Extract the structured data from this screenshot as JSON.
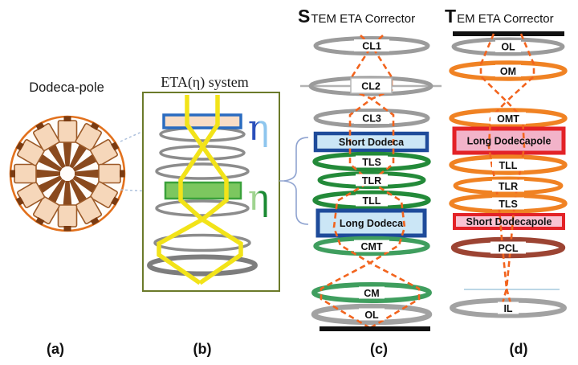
{
  "captions": {
    "a": "(a)",
    "b": "(b)",
    "c": "(c)",
    "d": "(d)"
  },
  "dodecapole": {
    "title": "Dodeca-pole",
    "pole_count": 12
  },
  "eta_system": {
    "title": "ETA(η) system",
    "eta_top": "η",
    "eta_bottom": "η"
  },
  "stem": {
    "title_initial": "S",
    "title_rest": "TEM ETA Corrector",
    "stack": [
      {
        "label": "CL1",
        "type": "lens",
        "color": "gray"
      },
      {
        "label": "CL2",
        "type": "lens",
        "color": "gray"
      },
      {
        "label": "CL3",
        "type": "lens",
        "color": "gray"
      },
      {
        "label": "Short Dodeca",
        "type": "dodecapole",
        "color": "blue"
      },
      {
        "label": "TLS",
        "type": "lens",
        "color": "green"
      },
      {
        "label": "TLR",
        "type": "lens",
        "color": "green"
      },
      {
        "label": "TLL",
        "type": "lens",
        "color": "green"
      },
      {
        "label": "Long Dodeca",
        "type": "dodecapole",
        "color": "blue"
      },
      {
        "label": "CMT",
        "type": "lens",
        "color": "light-green"
      },
      {
        "label": "CM",
        "type": "lens",
        "color": "light-green"
      },
      {
        "label": "OL",
        "type": "lens",
        "color": "gray"
      }
    ]
  },
  "tem": {
    "title_initial": "T",
    "title_rest": "EM ETA Corrector",
    "stack": [
      {
        "label": "OL",
        "type": "lens",
        "color": "gray"
      },
      {
        "label": "OM",
        "type": "lens",
        "color": "orange"
      },
      {
        "label": "OMT",
        "type": "lens",
        "color": "orange"
      },
      {
        "label": "Long Dodecapole",
        "type": "dodecapole",
        "color": "red"
      },
      {
        "label": "TLL",
        "type": "lens",
        "color": "orange"
      },
      {
        "label": "TLR",
        "type": "lens",
        "color": "orange"
      },
      {
        "label": "TLS",
        "type": "lens",
        "color": "orange"
      },
      {
        "label": "Short Dodecapole",
        "type": "dodecapole",
        "color": "red"
      },
      {
        "label": "PCL",
        "type": "lens",
        "color": "brown"
      },
      {
        "label": "IL",
        "type": "lens",
        "color": "gray"
      }
    ]
  },
  "colors": {
    "lens_gray": "#9b9b9b",
    "lens_gray_dark": "#a2a2a2",
    "stem_green": "#238a39",
    "stem_green_light": "#3f9e5e",
    "tem_orange": "#f08223",
    "pcl_brown": "#9c4433",
    "beam_orange": "#f2641e",
    "beam_yellow": "#f2e319",
    "dodeca_blue_border": "#1e4b9a",
    "dodeca_blue_fill": "#cbe6f6",
    "dodeca_red_border": "#e32227",
    "dodeca_red_fill_long": "#f2b3c9",
    "dodeca_red_fill_short": "#f9c3d3",
    "eta_box_border": "#6b7a2a",
    "eta_top_rect_border": "#2a6cc0",
    "eta_top_rect_fill": "#f8ddc6",
    "eta_bottom_rect_border": "#3aa13a",
    "eta_bottom_rect_fill": "#7cc75f",
    "pole_ring_orange": "#e2711d",
    "pole_coil_fill": "#f6d7ba",
    "pole_shaft_brown": "#8a4a1e",
    "connector_blue": "#a9bedb",
    "brace_blue": "#8fa3d0",
    "eta_blue_dark": "#2a4fbb",
    "eta_blue_light": "#8ec6ee",
    "eta_green_light": "#a0d490",
    "eta_green_dark": "#1b8a33",
    "image_plane_blue": "#a6cade"
  }
}
